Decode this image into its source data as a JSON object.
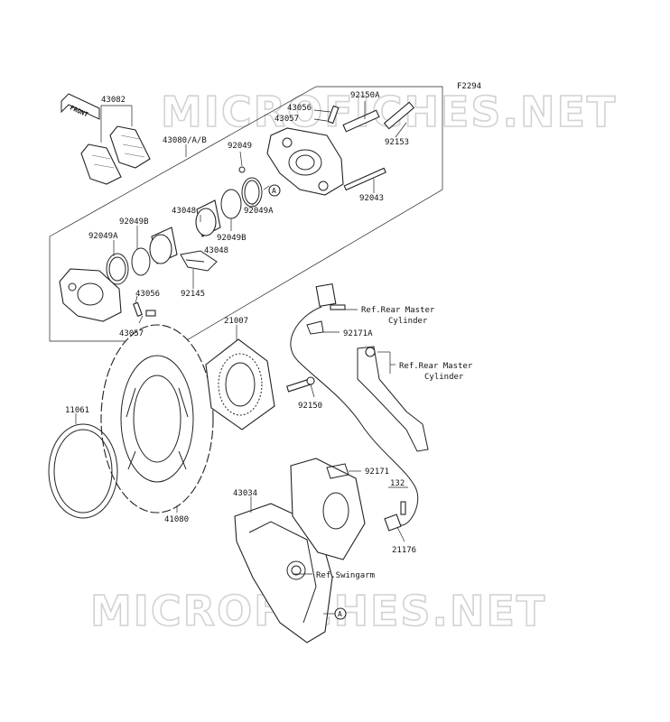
{
  "figure_code": "F2294",
  "watermark": "MICROFICHES.NET",
  "front_label": "FRONT",
  "callout_a": "A",
  "parts": {
    "p43082": "43082",
    "p43080": "43080/A/B",
    "p43056_top": "43056",
    "p43057_top": "43057",
    "p92150A": "92150A",
    "p92153": "92153",
    "p92049": "92049",
    "p92043": "92043",
    "p43048_top": "43048",
    "p92049B_top": "92049B",
    "p92049A_left": "92049A",
    "p92049A_right": "92049A",
    "p92049B_right": "92049B",
    "p43048_mid": "43048",
    "p92145": "92145",
    "p43056_low": "43056",
    "p43057_low": "43057",
    "p21007": "21007",
    "p92171A": "92171A",
    "p92150": "92150",
    "p11061": "11061",
    "p41080": "41080",
    "p43034": "43034",
    "p92171": "92171",
    "p132": "132",
    "p21176": "21176"
  },
  "refs": {
    "master1_line1": "Ref.Rear Master",
    "master1_line2": "Cylinder",
    "master2_line1": "Ref.Rear Master",
    "master2_line2": "Cylinder",
    "swingarm": "Ref.Swingarm"
  }
}
